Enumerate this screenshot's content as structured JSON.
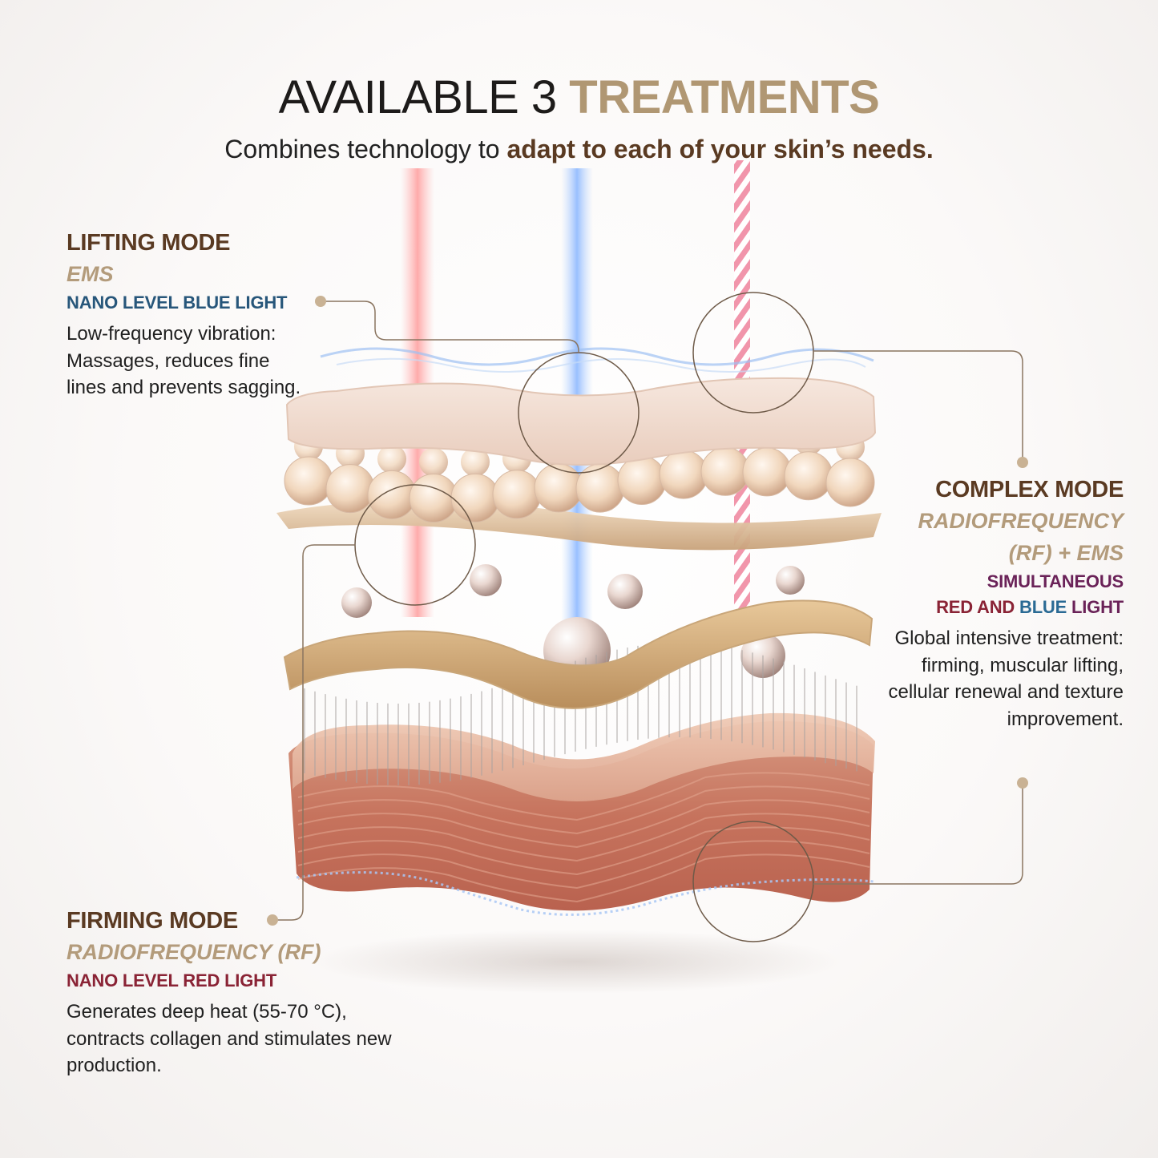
{
  "header": {
    "title_plain": "AVAILABLE 3 ",
    "title_accent": "TREATMENTS",
    "subtitle_plain": "Combines technology to ",
    "subtitle_strong": "adapt to each of your skin’s needs."
  },
  "modes": {
    "lifting": {
      "name": "LIFTING MODE",
      "technology": "EMS",
      "light": "NANO LEVEL BLUE LIGHT",
      "description": "Low-frequency vibration: Massages, reduces fine lines and prevents sagging."
    },
    "complex": {
      "name": "COMPLEX MODE",
      "technology_line1": "RADIOFREQUENCY",
      "technology_line2": "(RF) + EMS",
      "light_line1": "SIMULTANEOUS",
      "light_line2_red": "RED AND ",
      "light_line2_blue": "BLUE",
      "light_line2_end": " LIGHT",
      "description": "Global intensive treatment: firming, muscular lifting, cellular renewal and texture improvement."
    },
    "firming": {
      "name": "FIRMING MODE",
      "technology": "RADIOFREQUENCY (RF)",
      "light": "NANO LEVEL RED LIGHT",
      "description": "Generates deep heat (55-70 °C), contracts collagen and stimulates new production."
    }
  },
  "colors": {
    "accent_gold": "#b09773",
    "brown": "#5a3a22",
    "blue_light": "#27567a",
    "red_light": "#8a2335",
    "callout_line": "#8a7560"
  }
}
